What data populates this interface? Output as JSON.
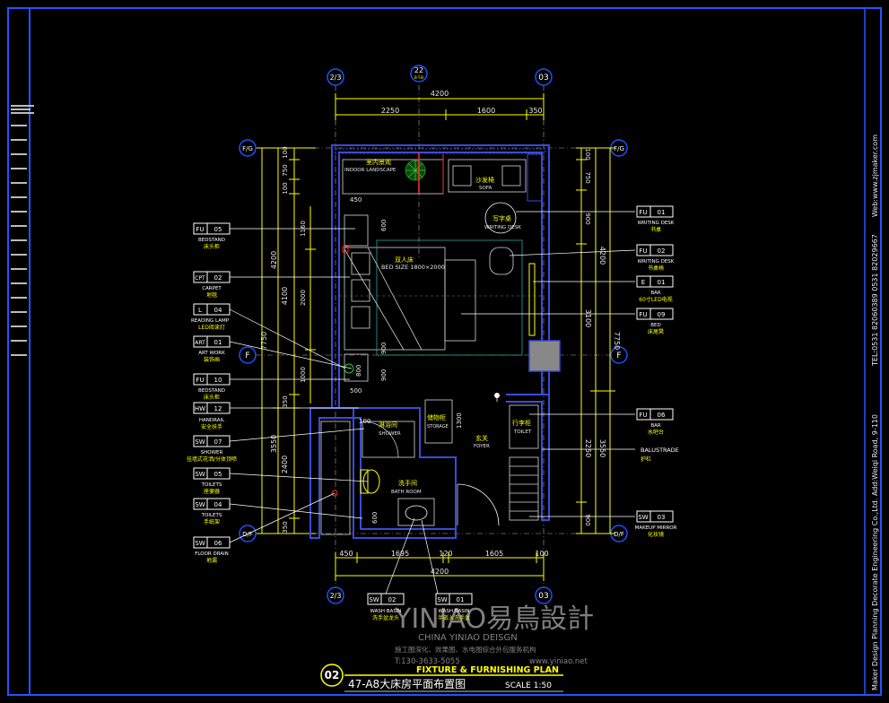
{
  "drawing": {
    "number": "02",
    "title_en": "FIXTURE & FURNISHING PLAN",
    "title_cn": "47-A8大床房平面布置图",
    "scale": "SCALE 1:50"
  },
  "sidebar": {
    "web": "Web:www.zjmaker.com",
    "tel": "TEL:0531 82060389  0531 82029667",
    "address": "Maker Design Planning Decorate Engineering Co.,Ltd. Add:Weiqi Road, 9-110"
  },
  "watermark": {
    "brand": "YINIAO易鳥設計",
    "en": "CHINA YINIAO DEISGN",
    "cn": "施工图深化、效果图、水电图综合外包服务机构",
    "tel": "T:130-3633-5055",
    "web": "www.yiniao.net"
  },
  "grid_bubbles": {
    "top_left": "2/3",
    "top_right": "03",
    "top_mid": "22",
    "top_mid_sub": "B-T-B",
    "bottom_left": "2/3",
    "bottom_right": "03",
    "left_top": "F/G",
    "left_mid": "F",
    "left_bottom": "D/F",
    "right_top": "F/G",
    "right_mid": "F",
    "right_bottom": "D/F"
  },
  "dimensions": {
    "top_total": "4200",
    "top_segments": [
      "2250",
      "1600",
      "350"
    ],
    "bottom_total": "4200",
    "bottom_segments": [
      "450",
      "1695",
      "120",
      "1605",
      "100"
    ],
    "left_total": "7750",
    "left_upper": "4200",
    "left_upper_parts": [
      "100",
      "750",
      "100",
      "4100",
      "350"
    ],
    "left_mid": [
      "1160",
      "2000",
      "1000"
    ],
    "left_lower": "3550",
    "left_lower_parts": [
      "2400",
      "350"
    ],
    "right_total": "7750",
    "right_upper": "4200",
    "right_upper_parts": [
      "100",
      "750",
      "900",
      "3100"
    ],
    "right_lower": "3550",
    "right_lower_parts": [
      "2250",
      "900"
    ],
    "inner": [
      "450",
      "600",
      "900",
      "900",
      "800",
      "500",
      "100",
      "1300",
      "600"
    ]
  },
  "rooms": [
    {
      "cn": "室内景观",
      "en": "INDOOR LANDSCAPE"
    },
    {
      "cn": "沙发椅",
      "en": "SOFA"
    },
    {
      "cn": "写字桌",
      "en": "WRITING DESK"
    },
    {
      "cn": "双人床",
      "en": "BED SIZE 1800×2000"
    },
    {
      "cn": "淋浴间",
      "en": "SHOWER"
    },
    {
      "cn": "洗手间",
      "en": "BATH ROOM"
    },
    {
      "cn": "储物柜",
      "en": "STORAGE"
    },
    {
      "cn": "玄关",
      "en": "FOYER"
    },
    {
      "cn": "行李柜",
      "en": "TOILET"
    }
  ],
  "tags_left": [
    {
      "code": "FU",
      "num": "05",
      "en": "BEDSTAND",
      "cn": "床头柜"
    },
    {
      "code": "CPT",
      "num": "02",
      "en": "CARPET",
      "cn": "地毯"
    },
    {
      "code": "L",
      "num": "04",
      "en": "READING LAMP",
      "cn": "LED阅读灯"
    },
    {
      "code": "ART",
      "num": "01",
      "en": "ART WORK",
      "cn": "装饰画"
    },
    {
      "code": "FU",
      "num": "10",
      "en": "BEDSTAND",
      "cn": "床头柜"
    },
    {
      "code": "HW",
      "num": "12",
      "en": "HANDRAIL",
      "cn": "安全扶手"
    },
    {
      "code": "SW",
      "num": "07",
      "en": "SHOWER",
      "cn": "挂墙式花洒/分体顶喷"
    },
    {
      "code": "SW",
      "num": "05",
      "en": "TOILETS",
      "cn": "座便器"
    },
    {
      "code": "SW",
      "num": "04",
      "en": "TOILETS",
      "cn": "手纸架"
    },
    {
      "code": "SW",
      "num": "06",
      "en": "FLOOR DRAIN",
      "cn": "地漏"
    }
  ],
  "tags_right": [
    {
      "code": "FU",
      "num": "01",
      "en": "WRITING DESK",
      "cn": "书桌"
    },
    {
      "code": "FU",
      "num": "02",
      "en": "WRITING DESK",
      "cn": "书桌椅"
    },
    {
      "code": "E",
      "num": "01",
      "en": "BAR",
      "cn": "60寸LED电视"
    },
    {
      "code": "FU",
      "num": "09",
      "en": "BED",
      "cn": "床尾凳"
    },
    {
      "code": "FU",
      "num": "06",
      "en": "BAR",
      "cn": "水吧台"
    },
    {
      "code": "",
      "num": "",
      "en": "BALUSTRADE",
      "cn": "护栏"
    },
    {
      "code": "SW",
      "num": "03",
      "en": "MAKEUP MIRROR",
      "cn": "化妆镜"
    }
  ],
  "tags_bottom": [
    {
      "code": "SW",
      "num": "02",
      "en": "WASH BASIN",
      "cn": "洗手盆龙头"
    },
    {
      "code": "SW",
      "num": "01",
      "en": "WASH BASIN",
      "cn": "半嵌入洗手盆"
    }
  ]
}
